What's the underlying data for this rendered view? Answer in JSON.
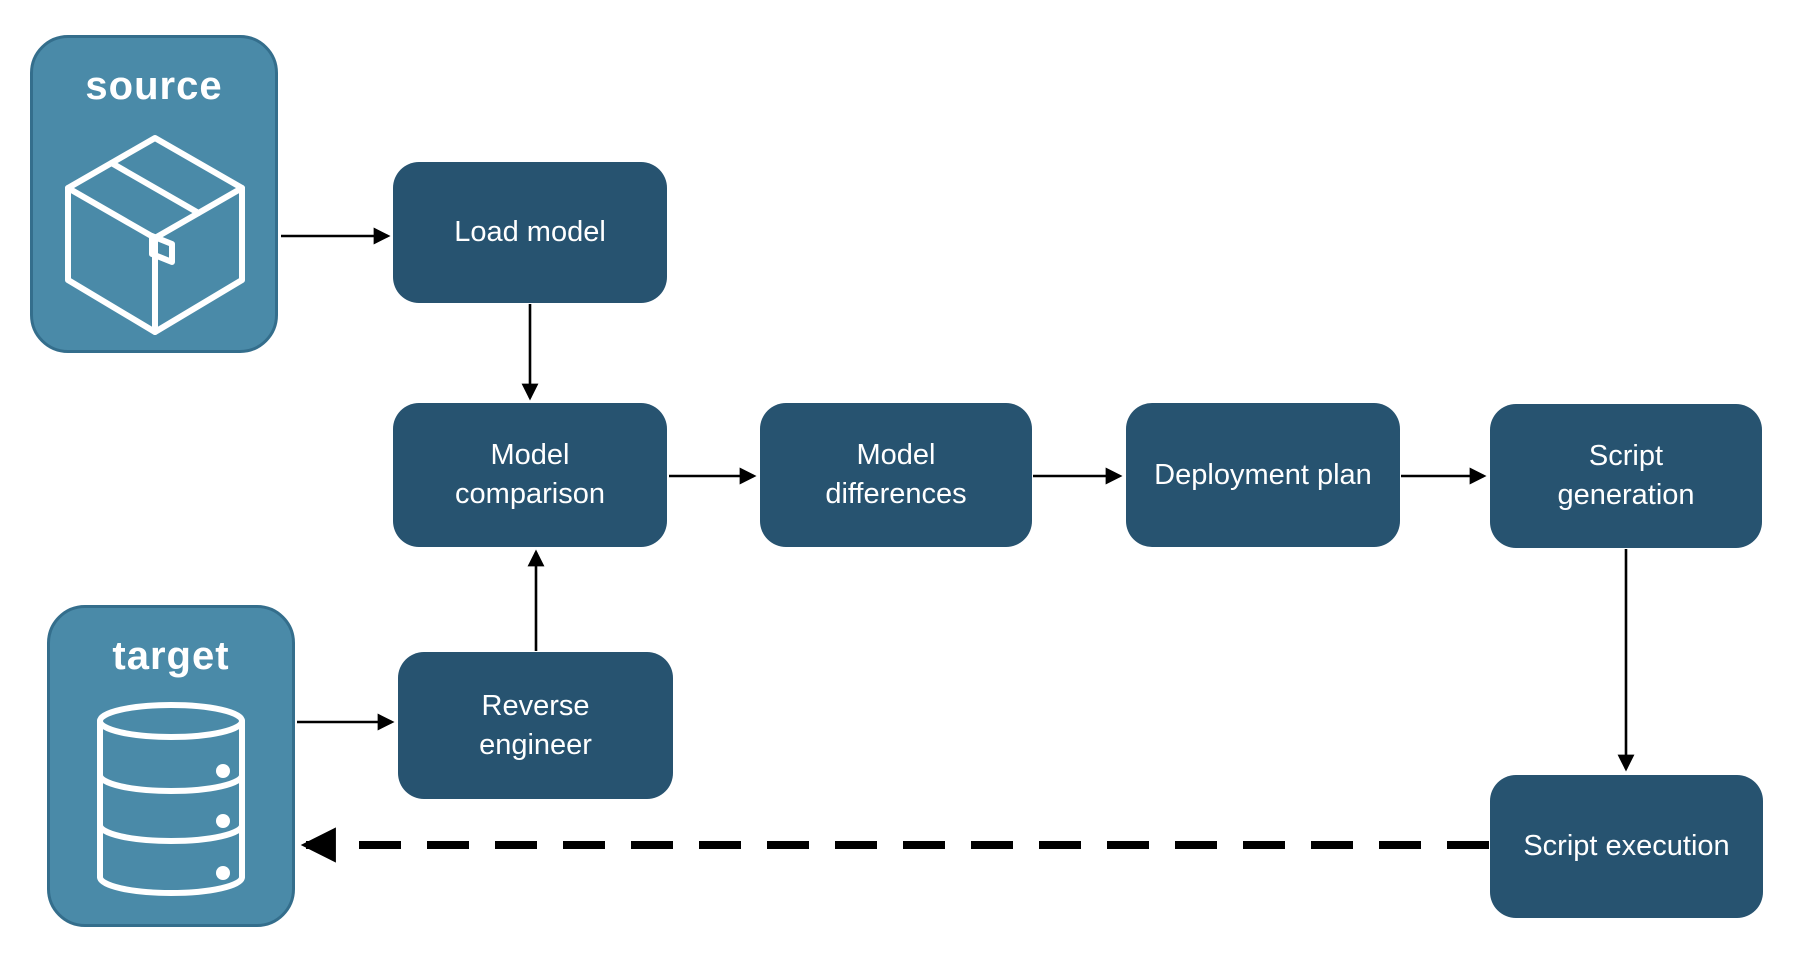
{
  "colors": {
    "background": "#ffffff",
    "node_fill": "#275370",
    "node_text": "#ffffff",
    "endpoint_fill": "#4a8aa8",
    "endpoint_border": "#346e8c",
    "endpoint_text": "#ffffff",
    "arrow": "#000000"
  },
  "endpoints": {
    "source": {
      "label": "source",
      "icon": "package-icon"
    },
    "target": {
      "label": "target",
      "icon": "database-icon"
    }
  },
  "nodes": {
    "load_model": {
      "label": "Load model"
    },
    "model_comparison": {
      "label": "Model comparison"
    },
    "model_differences": {
      "label": "Model differences"
    },
    "deployment_plan": {
      "label": "Deployment plan"
    },
    "script_generation": {
      "label": "Script generation"
    },
    "reverse_engineer": {
      "label": "Reverse engineer"
    },
    "script_execution": {
      "label": "Script execution"
    }
  },
  "edges": [
    {
      "from": "source",
      "to": "load_model",
      "style": "solid"
    },
    {
      "from": "load_model",
      "to": "model_comparison",
      "style": "solid"
    },
    {
      "from": "model_comparison",
      "to": "model_differences",
      "style": "solid"
    },
    {
      "from": "model_differences",
      "to": "deployment_plan",
      "style": "solid"
    },
    {
      "from": "deployment_plan",
      "to": "script_generation",
      "style": "solid"
    },
    {
      "from": "script_generation",
      "to": "script_execution",
      "style": "solid"
    },
    {
      "from": "target",
      "to": "reverse_engineer",
      "style": "solid"
    },
    {
      "from": "reverse_engineer",
      "to": "model_comparison",
      "style": "solid"
    },
    {
      "from": "script_execution",
      "to": "target",
      "style": "dashed"
    }
  ]
}
